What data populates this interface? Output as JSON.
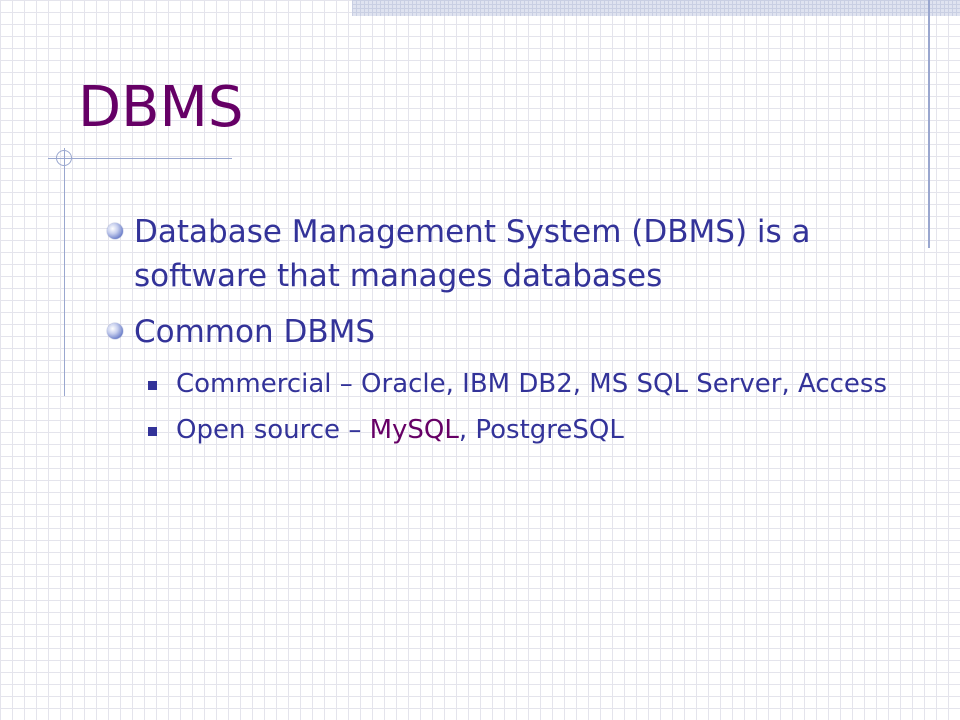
{
  "slide": {
    "title": "DBMS",
    "bullets": [
      "Database Management System (DBMS) is a software that manages databases",
      "Common DBMS"
    ],
    "subbullets": [
      "Commercial – Oracle, IBM DB2, MS SQL Server, Access",
      {
        "prefix": "Open source – ",
        "highlight": "MySQL",
        "suffix": ", PostgreSQL"
      }
    ]
  },
  "colors": {
    "title": "#660066",
    "body": "#333399",
    "highlight": "#660066",
    "grid": "#e4e4ec",
    "accent_lines": "#9aa7cf"
  },
  "icons": {
    "bullet_level1": "round-bead-bullet-icon",
    "bullet_level2": "square-bullet-icon"
  }
}
